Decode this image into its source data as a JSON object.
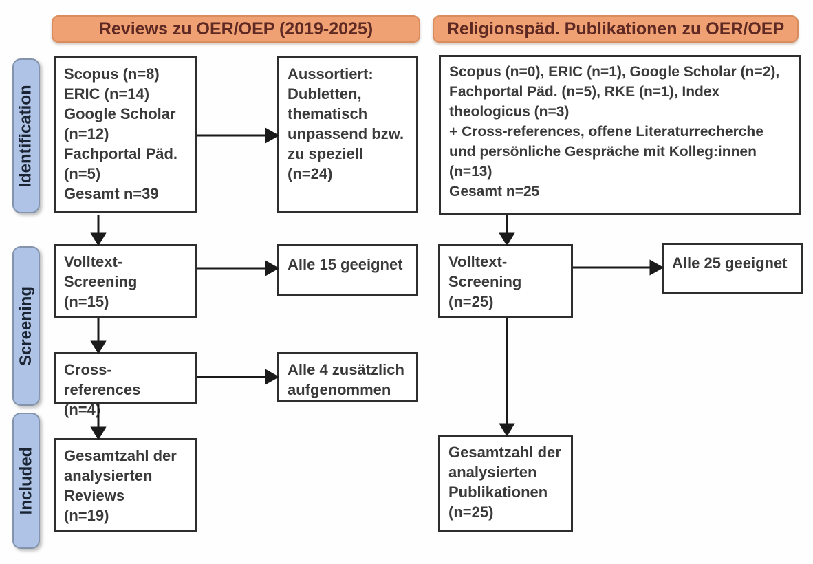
{
  "headers": {
    "left": "Reviews zu OER/OEP (2019-2025)",
    "right": "Religionspäd. Publikationen zu OER/OEP"
  },
  "sidebar": {
    "identification": "Identification",
    "screening": "Screening",
    "included": "Included"
  },
  "left_flow": {
    "sources": "Scopus (n=8)\nERIC (n=14)\nGoogle Scholar\n(n=12)\nFachportal Päd.\n(n=5)\nGesamt n=39",
    "excluded": "Aussortiert:\nDubletten,\nthematisch\nunpassend bzw.\nzu speziell\n(n=24)",
    "fulltext": "Volltext-\nScreening\n(n=15)",
    "fulltext_result": "Alle 15 geeignet",
    "crossref": "Cross-references\n(n=4)",
    "crossref_result": "Alle 4 zusätzlich\naufgenommen",
    "total": "Gesamtzahl der\nanalysierten\nReviews\n(n=19)"
  },
  "right_flow": {
    "sources": "Scopus (n=0), ERIC (n=1), Google Scholar (n=2),\nFachportal Päd. (n=5), RKE (n=1), Index\ntheologicus (n=3)\n+ Cross-references, offene Literaturrecherche\nund persönliche Gespräche mit Kolleg:innen\n(n=13)\nGesamt n=25",
    "fulltext": "Volltext-\nScreening\n(n=25)",
    "fulltext_result": "Alle 25 geeignet",
    "total": "Gesamtzahl der\nanalysierten\nPublikationen\n(n=25)"
  },
  "colors": {
    "header_fill": "#f0a173",
    "header_border": "#d98d5f",
    "header_text": "#5e2823",
    "pill_fill": "#aec3e5",
    "pill_border": "#8494ad",
    "pill_text": "#1b2433",
    "box_border": "#2e2e2e",
    "box_text": "#3a3a3a",
    "arrow": "#1a1a1a"
  }
}
